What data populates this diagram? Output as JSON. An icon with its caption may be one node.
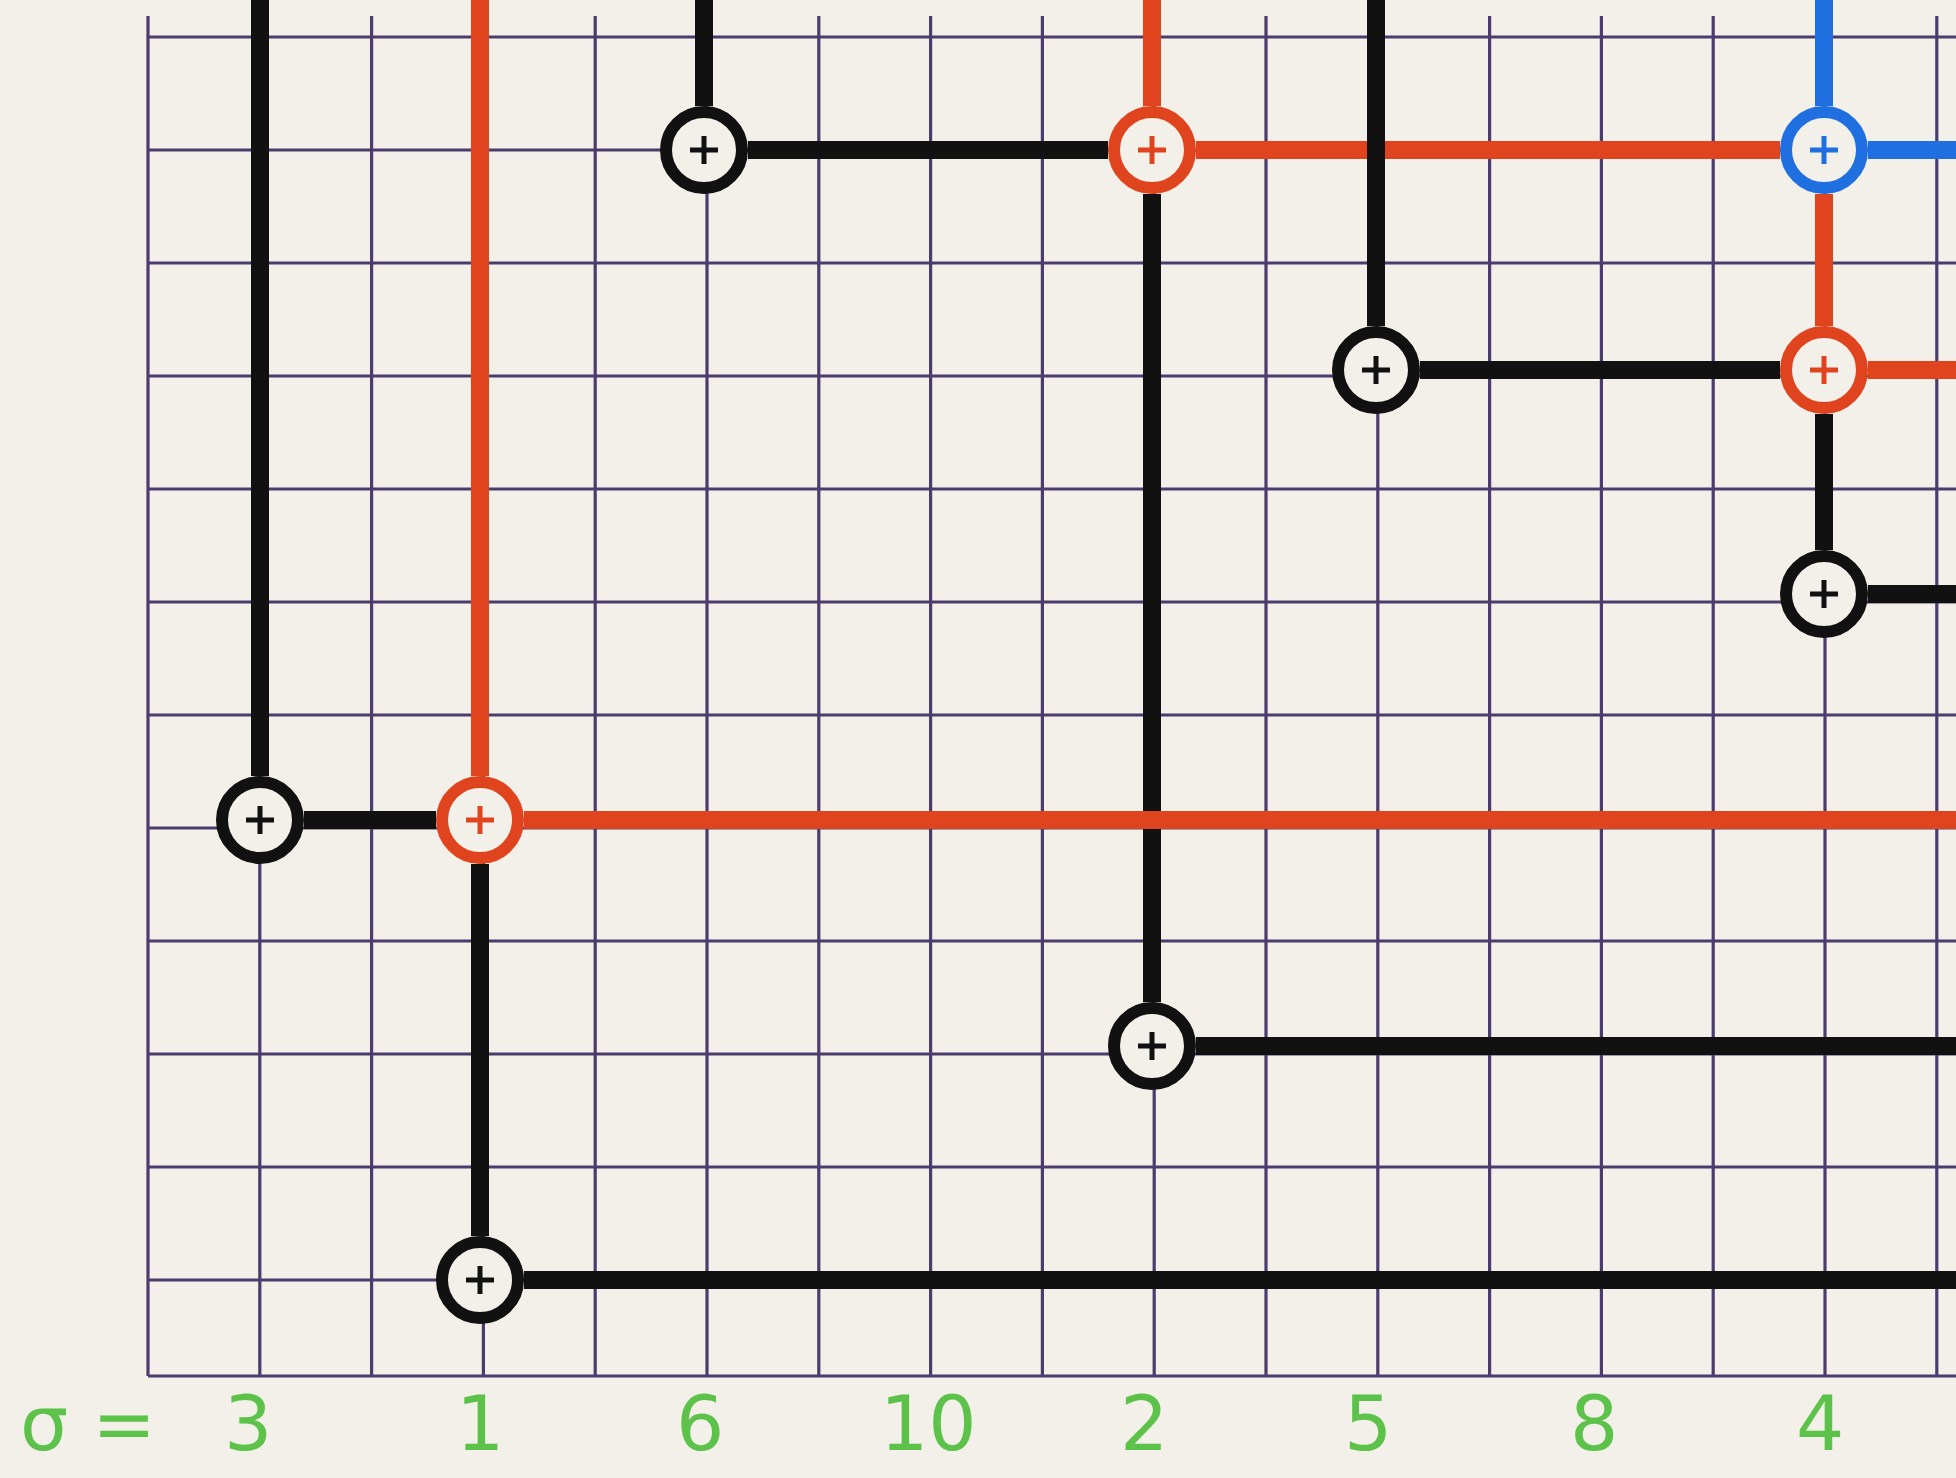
{
  "diagram": {
    "nodes": [
      {
        "text": [],
        "shape": "circle"
      },
      {
        "text": [],
        "shape": "circle"
      },
      {
        "text": [],
        "shape": "circle"
      },
      {
        "text": [],
        "shape": "circle"
      },
      {
        "text": [],
        "shape": "circle"
      },
      {
        "text": [],
        "shape": "circle"
      },
      {
        "text": [],
        "shape": "circle"
      },
      {
        "text": [],
        "shape": "circle"
      },
      {
        "text": [],
        "shape": "circle"
      },
      {
        "text": [],
        "shape": "circle"
      }
    ],
    "edges": [
      {
        "from": 0,
        "to": 1,
        "arrow": "none"
      },
      {
        "from": 1,
        "to": 2,
        "arrow": "none",
        "color": "#e0441e"
      },
      {
        "from": 1,
        "to": 8,
        "arrow": "none"
      },
      {
        "from": 3,
        "to": 4,
        "arrow": "none"
      },
      {
        "from": 2,
        "to": 4,
        "arrow": "none",
        "color": "#e0441e"
      },
      {
        "from": 4,
        "to": 5,
        "arrow": "none"
      },
      {
        "from": 6,
        "to": 7,
        "arrow": "none"
      },
      {
        "from": 7,
        "to": 9,
        "arrow": "none"
      },
      {
        "from": null,
        "to": 0,
        "arrow": "none"
      },
      {
        "from": null,
        "to": 1,
        "arrow": "none",
        "color": "#e0441e"
      },
      {
        "from": null,
        "to": 2,
        "arrow": "none",
        "color": "#1f6fe0"
      },
      {
        "from": null,
        "to": 3,
        "arrow": "none"
      },
      {
        "from": null,
        "to": 6,
        "arrow": "none"
      },
      {
        "from": null,
        "to": 7,
        "arrow": "none",
        "color": "#e0441e"
      },
      {
        "from": 2,
        "to": null,
        "arrow": "none",
        "color": "#1f6fe0"
      },
      {
        "from": 4,
        "to": null,
        "arrow": "none",
        "color": "#e0441e"
      },
      {
        "from": 5,
        "to": null,
        "arrow": "none"
      },
      {
        "from": 7,
        "to": null,
        "arrow": "none",
        "color": "#e0441e"
      },
      {
        "from": 8,
        "to": null,
        "arrow": "none"
      },
      {
        "from": 9,
        "to": null,
        "arrow": "none"
      }
    ],
    "labels": [
      "σ =",
      "3",
      "1",
      "6",
      "10",
      "2",
      "5",
      "8",
      "4"
    ]
  }
}
